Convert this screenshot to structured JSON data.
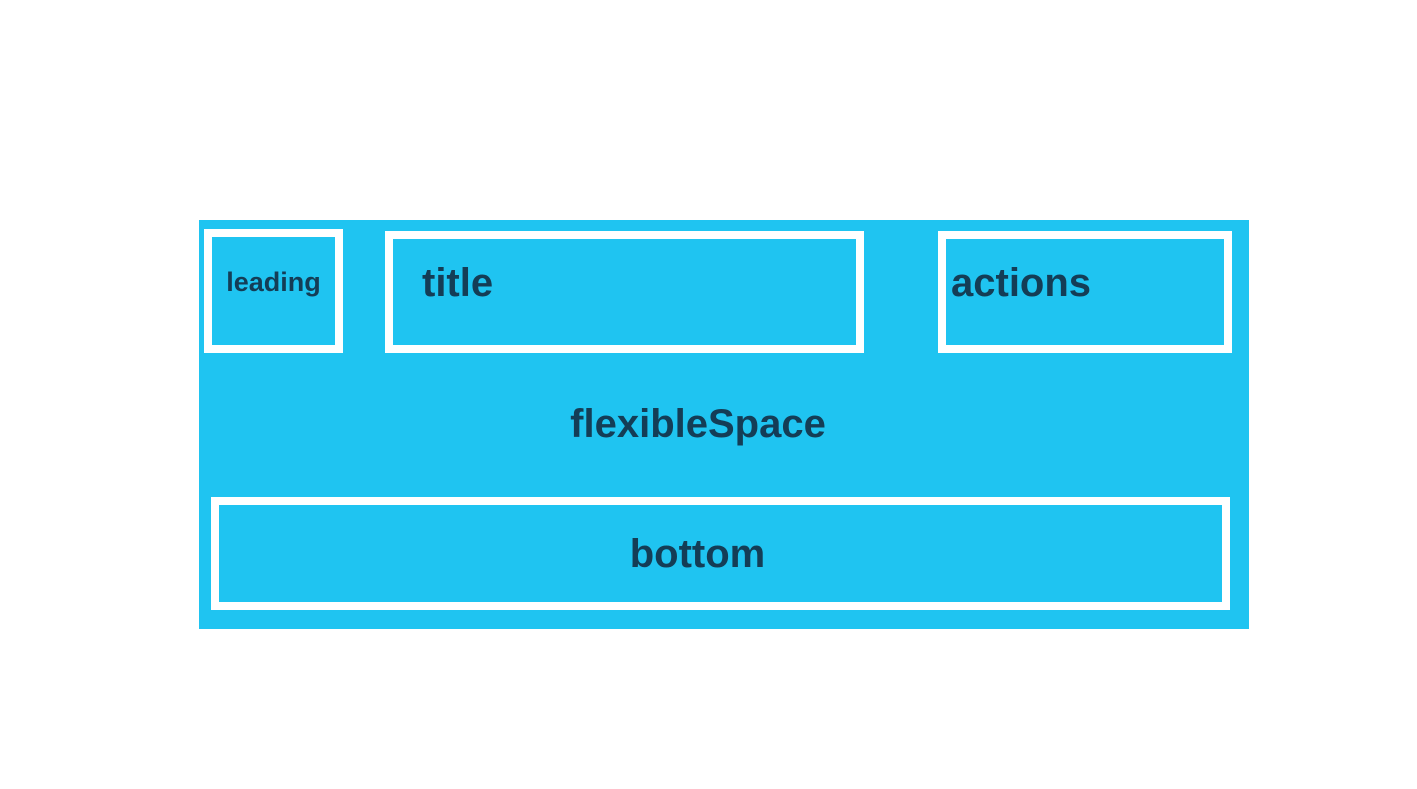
{
  "colors": {
    "page_background": "#FFFFFF",
    "appbar_fill": "#1FC4F1",
    "box_border": "#FFFFFF",
    "label_text": "#143D56"
  },
  "appbar_diagram": {
    "slots": [
      {
        "id": "leading",
        "label": "leading"
      },
      {
        "id": "title",
        "label": "title"
      },
      {
        "id": "actions",
        "label": "actions"
      },
      {
        "id": "flexibleSpace",
        "label": "flexibleSpace"
      },
      {
        "id": "bottom",
        "label": "bottom"
      }
    ]
  }
}
